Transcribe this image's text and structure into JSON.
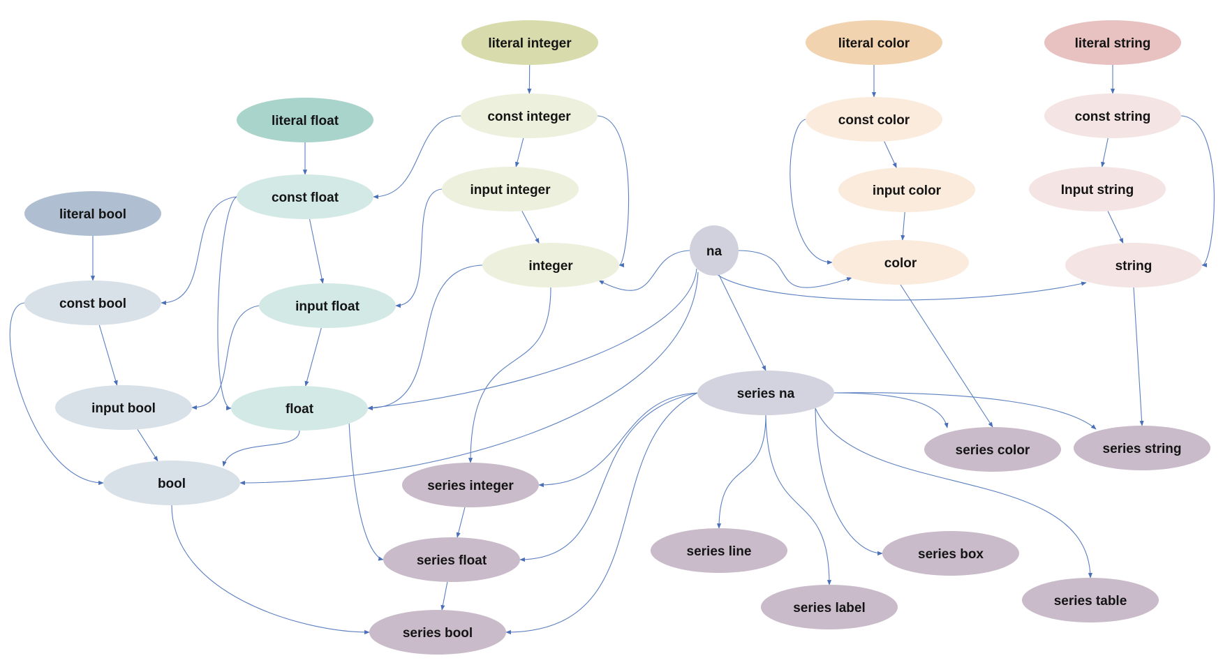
{
  "diagram": {
    "title": "Pine Script type hierarchy",
    "colors": {
      "bool_literal": "#afbfd1",
      "bool": "#d8e0e8",
      "float_literal": "#a9d4cb",
      "float": "#d3e9e5",
      "integer_literal": "#d8dcad",
      "integer": "#edf0dc",
      "color_literal": "#f2d3b0",
      "color": "#faebdc",
      "string_literal": "#e8c1c1",
      "string": "#f4e4e4",
      "na": "#d1d1de",
      "series_na": "#d3d3df",
      "series": "#c9bbc9",
      "edge": "#5a7fc0",
      "text": "#141414"
    },
    "nodes": {
      "literal_integer": {
        "label": "literal integer",
        "group": "integer_literal"
      },
      "literal_color": {
        "label": "literal color",
        "group": "color_literal"
      },
      "literal_string": {
        "label": "literal string",
        "group": "string_literal"
      },
      "literal_float": {
        "label": "literal float",
        "group": "float_literal"
      },
      "const_integer": {
        "label": "const integer",
        "group": "integer"
      },
      "const_color": {
        "label": "const color",
        "group": "color"
      },
      "const_string": {
        "label": "const string",
        "group": "string"
      },
      "literal_bool": {
        "label": "literal bool",
        "group": "bool_literal"
      },
      "const_float": {
        "label": "const float",
        "group": "float"
      },
      "input_integer": {
        "label": "input integer",
        "group": "integer"
      },
      "input_color": {
        "label": "input color",
        "group": "color"
      },
      "input_string": {
        "label": "Input string",
        "group": "string"
      },
      "na": {
        "label": "na",
        "group": "na"
      },
      "integer": {
        "label": "integer",
        "group": "integer"
      },
      "color": {
        "label": "color",
        "group": "color"
      },
      "string": {
        "label": "string",
        "group": "string"
      },
      "const_bool": {
        "label": "const bool",
        "group": "bool"
      },
      "input_float": {
        "label": "input float",
        "group": "float"
      },
      "input_bool": {
        "label": "input bool",
        "group": "bool"
      },
      "float": {
        "label": "float",
        "group": "float"
      },
      "series_na": {
        "label": "series na",
        "group": "series_na"
      },
      "series_color": {
        "label": "series color",
        "group": "series"
      },
      "series_string": {
        "label": "series string",
        "group": "series"
      },
      "bool": {
        "label": "bool",
        "group": "bool"
      },
      "series_integer": {
        "label": "series integer",
        "group": "series"
      },
      "series_line": {
        "label": "series line",
        "group": "series"
      },
      "series_box": {
        "label": "series box",
        "group": "series"
      },
      "series_float": {
        "label": "series float",
        "group": "series"
      },
      "series_label": {
        "label": "series label",
        "group": "series"
      },
      "series_table": {
        "label": "series table",
        "group": "series"
      },
      "series_bool": {
        "label": "series bool",
        "group": "series"
      }
    },
    "edges": [
      [
        "literal_integer",
        "const_integer"
      ],
      [
        "const_integer",
        "input_integer"
      ],
      [
        "const_integer",
        "const_float"
      ],
      [
        "const_integer",
        "integer"
      ],
      [
        "input_integer",
        "integer"
      ],
      [
        "input_integer",
        "input_float"
      ],
      [
        "literal_float",
        "const_float"
      ],
      [
        "const_float",
        "input_float"
      ],
      [
        "const_float",
        "const_bool"
      ],
      [
        "const_float",
        "float"
      ],
      [
        "input_float",
        "float"
      ],
      [
        "input_float",
        "input_bool"
      ],
      [
        "integer",
        "float"
      ],
      [
        "integer",
        "series_integer"
      ],
      [
        "literal_bool",
        "const_bool"
      ],
      [
        "const_bool",
        "input_bool"
      ],
      [
        "const_bool",
        "bool"
      ],
      [
        "input_bool",
        "bool"
      ],
      [
        "float",
        "bool"
      ],
      [
        "float",
        "series_float"
      ],
      [
        "bool",
        "series_bool"
      ],
      [
        "na",
        "integer"
      ],
      [
        "na",
        "float"
      ],
      [
        "na",
        "bool"
      ],
      [
        "na",
        "series_na"
      ],
      [
        "na",
        "color"
      ],
      [
        "na",
        "string"
      ],
      [
        "literal_color",
        "const_color"
      ],
      [
        "const_color",
        "input_color"
      ],
      [
        "const_color",
        "color"
      ],
      [
        "input_color",
        "color"
      ],
      [
        "color",
        "series_color"
      ],
      [
        "literal_string",
        "const_string"
      ],
      [
        "const_string",
        "input_string"
      ],
      [
        "const_string",
        "string"
      ],
      [
        "input_string",
        "string"
      ],
      [
        "string",
        "series_string"
      ],
      [
        "series_na",
        "series_integer"
      ],
      [
        "series_na",
        "series_float"
      ],
      [
        "series_na",
        "series_bool"
      ],
      [
        "series_na",
        "series_line"
      ],
      [
        "series_na",
        "series_label"
      ],
      [
        "series_na",
        "series_box"
      ],
      [
        "series_na",
        "series_table"
      ],
      [
        "series_na",
        "series_color"
      ],
      [
        "series_na",
        "series_string"
      ],
      [
        "series_integer",
        "series_float"
      ],
      [
        "series_float",
        "series_bool"
      ]
    ]
  }
}
